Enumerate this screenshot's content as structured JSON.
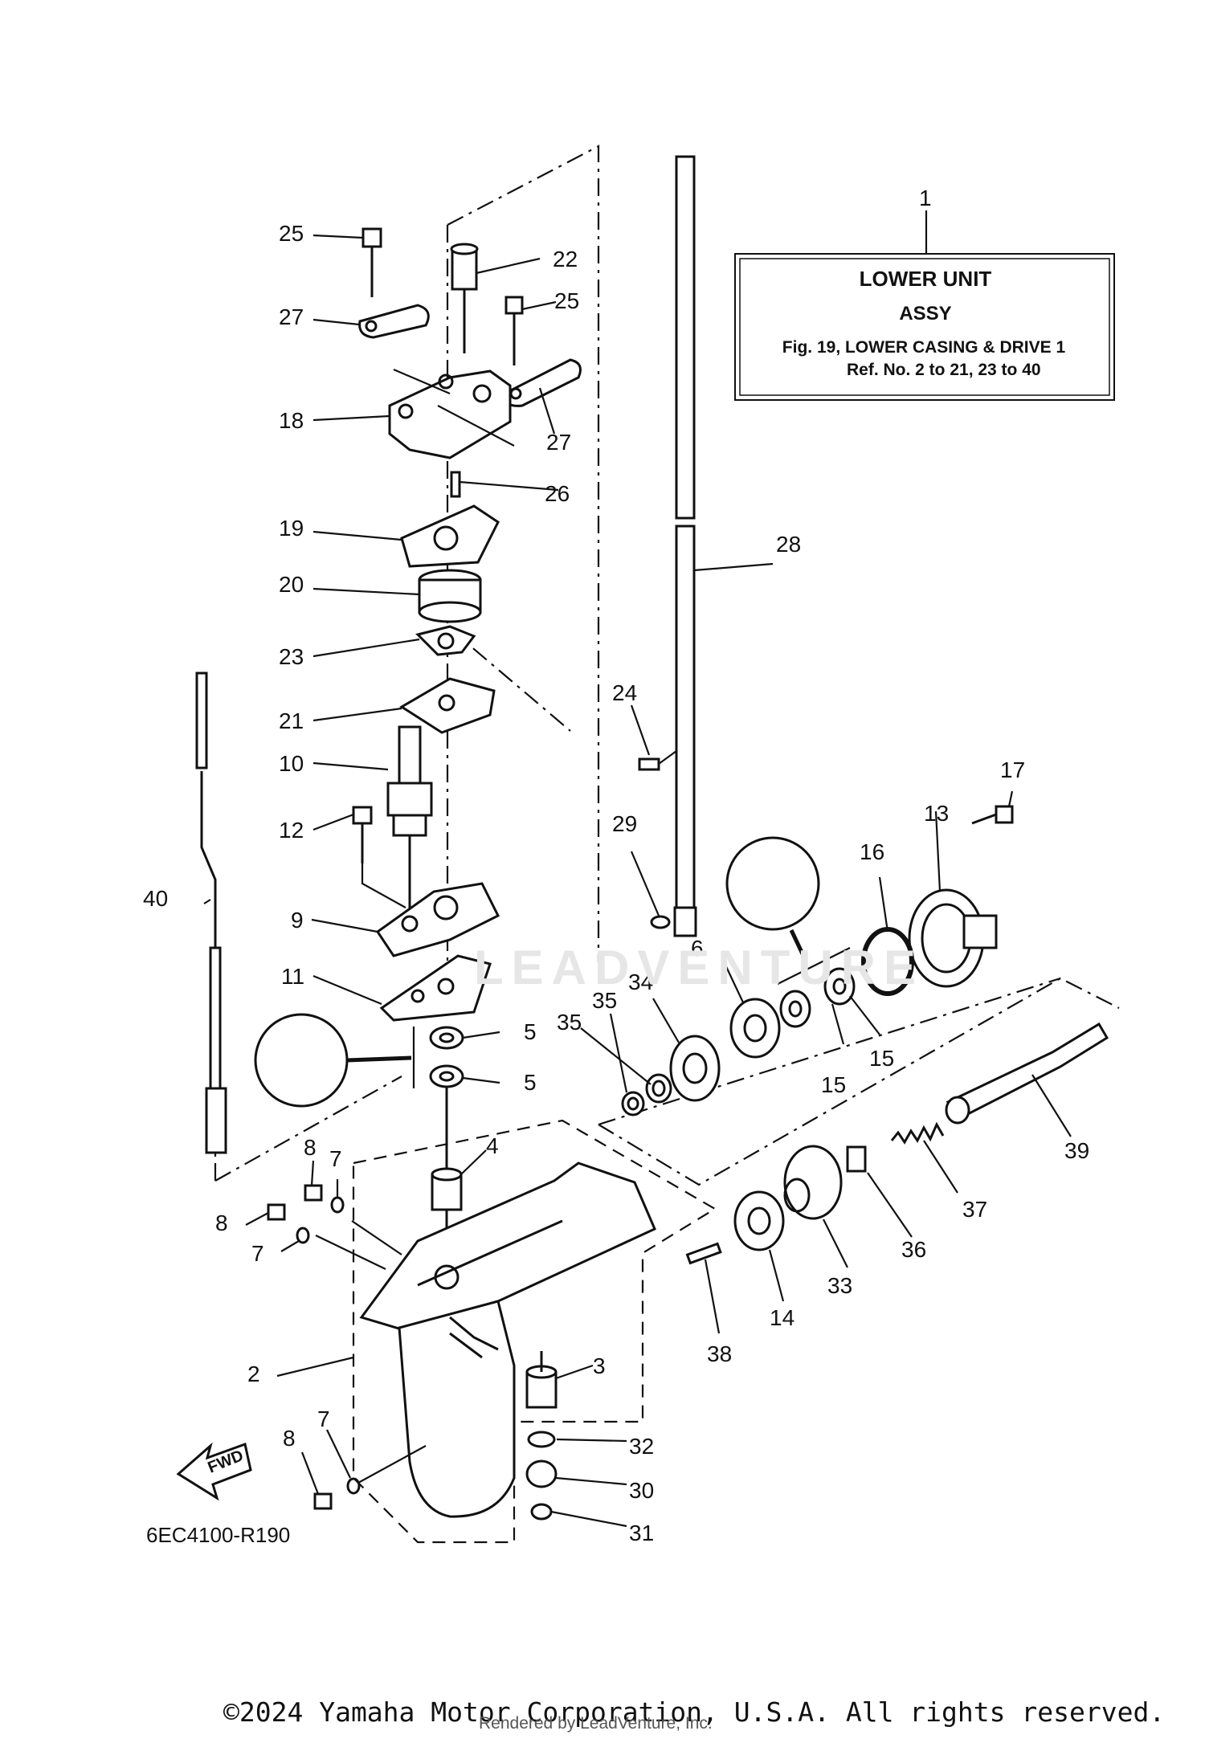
{
  "assembly_box": {
    "callout": "1",
    "line1": "LOWER UNIT",
    "line2": "ASSY",
    "line3": "Fig. 19, LOWER CASING & DRIVE 1",
    "line4": "Ref. No. 2 to 21, 23 to 40"
  },
  "callouts": [
    "2",
    "3",
    "4",
    "5",
    "5",
    "6",
    "7",
    "7",
    "7",
    "8",
    "8",
    "8",
    "9",
    "10",
    "11",
    "12",
    "13",
    "14",
    "15",
    "15",
    "16",
    "17",
    "18",
    "19",
    "20",
    "21",
    "22",
    "23",
    "24",
    "25",
    "25",
    "26",
    "27",
    "27",
    "28",
    "29",
    "30",
    "31",
    "32",
    "33",
    "34",
    "35",
    "35",
    "36",
    "37",
    "38",
    "39",
    "40"
  ],
  "direction_arrow": "FWD",
  "diagram_code": "6EC4100-R190",
  "watermark": "LEADVENTURE",
  "footer": {
    "copyright": "©2024 Yamaha Motor Corporation, U.S.A. All rights reserved.",
    "rendered_by": "Rendered by LeadVenture, Inc."
  }
}
